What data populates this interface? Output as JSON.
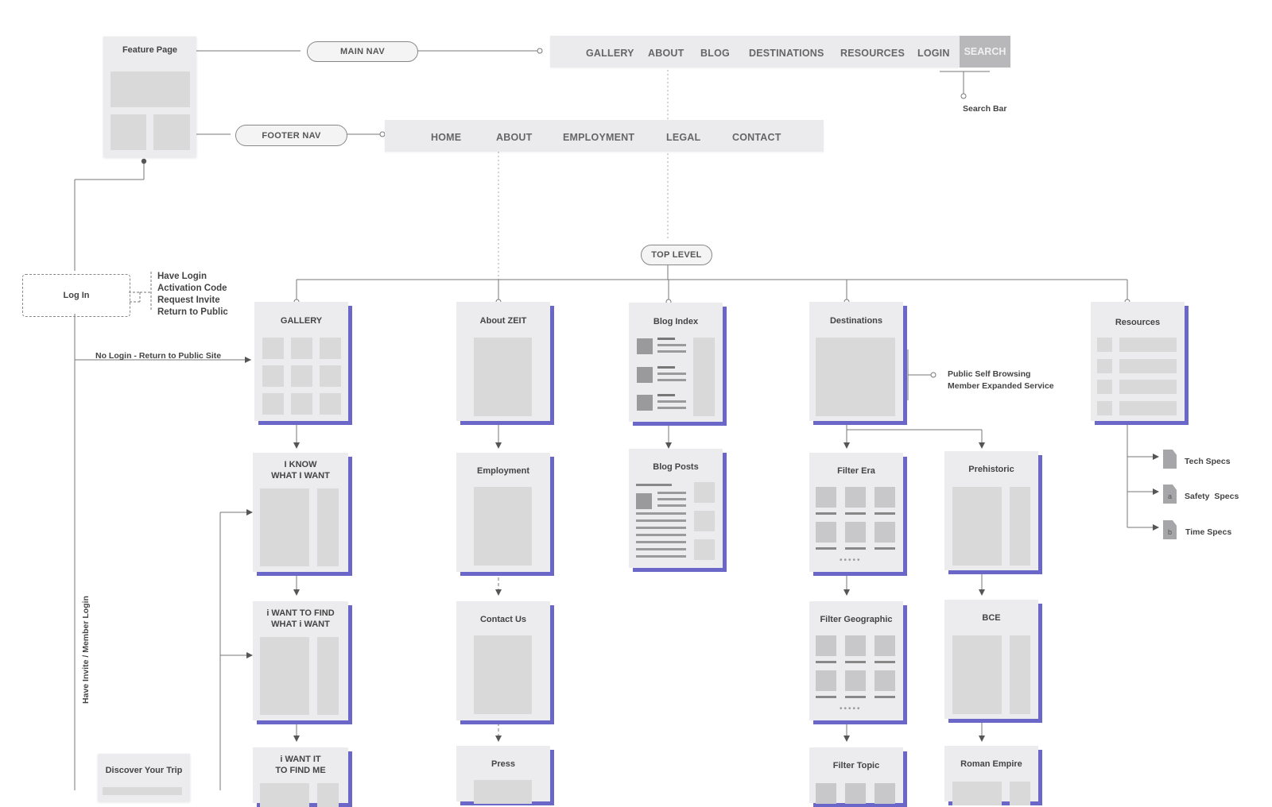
{
  "feature_page": {
    "title": "Feature Page"
  },
  "main_nav": {
    "label": "MAIN NAV",
    "items": [
      "GALLERY",
      "ABOUT",
      "BLOG",
      "DESTINATIONS",
      "RESOURCES",
      "LOGIN"
    ],
    "search": "SEARCH",
    "search_caption": "Search Bar"
  },
  "footer_nav": {
    "label": "FOOTER NAV",
    "items": [
      "HOME",
      "ABOUT",
      "EMPLOYMENT",
      "LEGAL",
      "CONTACT"
    ]
  },
  "top_level": "TOP LEVEL",
  "login": {
    "box": "Log In",
    "options": [
      "Have Login",
      "Activation Code",
      "Request Invite",
      "Return to Public"
    ],
    "no_login": "No Login - Return to Public Site",
    "have_invite": "Have Invite / Member Login"
  },
  "discover": "Discover Your Trip",
  "gallery": {
    "title": "GALLERY",
    "step1": [
      "I KNOW",
      "WHAT I WANT"
    ],
    "step2": [
      "i WANT TO FIND",
      "WHAT i WANT"
    ],
    "step3": [
      "i WANT IT",
      "TO FIND ME"
    ]
  },
  "about": {
    "title": "About ZEIT",
    "employment": "Employment",
    "contact": "Contact Us",
    "press": "Press"
  },
  "blog": {
    "index": "Blog Index",
    "posts": "Blog Posts"
  },
  "destinations": {
    "title": "Destinations",
    "note": [
      "Public Self Browsing",
      "Member Expanded Service"
    ],
    "filter_era": "Filter Era",
    "filter_geo": "Filter Geographic",
    "filter_topic": "Filter Topic",
    "prehistoric": "Prehistoric",
    "bce": "BCE",
    "roman": "Roman Empire"
  },
  "resources": {
    "title": "Resources",
    "docs": [
      {
        "icon": "",
        "label": "Tech Specs"
      },
      {
        "icon": "a",
        "label": "Safety  Specs"
      },
      {
        "icon": "b",
        "label": "Time Specs"
      }
    ]
  },
  "colors": {
    "accent": "#6a67c8",
    "card": "#ececee",
    "block": "#d9d9da",
    "line": "#777777"
  }
}
